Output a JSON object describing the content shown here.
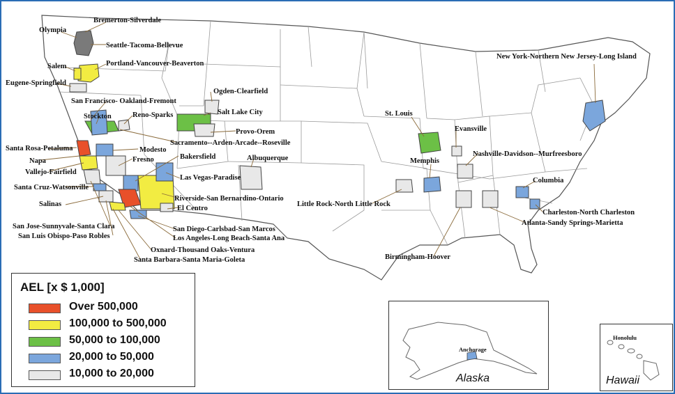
{
  "legend": {
    "title": "AEL [x $ 1,000]",
    "classes": [
      {
        "label": "Over 500,000",
        "color": "#e8502a"
      },
      {
        "label": "100,000 to 500,000",
        "color": "#f2ec42"
      },
      {
        "label": "50,000 to 100,000",
        "color": "#6cc046"
      },
      {
        "label": "20,000 to 50,000",
        "color": "#7ba6dc"
      },
      {
        "label": "10,000 to 20,000",
        "color": "#e8e8e8"
      }
    ]
  },
  "insets": {
    "alaska": {
      "name": "Alaska",
      "city": "Anchorage"
    },
    "hawaii": {
      "name": "Hawaii",
      "city": "Honolulu"
    }
  },
  "metro_labels": {
    "olympia": "Olympia",
    "bremerton": "Bremerton-Silverdale",
    "seattle": "Seattle-Tacoma-Bellevue",
    "salem": "Salem",
    "portland": "Portland-Vancouver-Beaverton",
    "eugene": "Eugene-Springfield",
    "sanfrancisco": "San Francisco- Oakland-Fremont",
    "stockton": "Stockton",
    "reno": "Reno-Sparks",
    "ogden": "Ogden-Clearfield",
    "saltlake": "Salt Lake City",
    "provo": "Provo-Orem",
    "sacramento": "Sacramento--Arden-Arcade--Roseville",
    "santarosa": "Santa Rosa-Petaluma",
    "modesto": "Modesto",
    "bakersfield": "Bakersfield",
    "napa": "Napa",
    "fresno": "Fresno",
    "vallejo": "Vallejo-Fairfield",
    "albuquerque": "Albuquerque",
    "lasvegas": "Las Vegas-Paradise",
    "santacruz": "Santa Cruz-Watsonville",
    "salinas": "Salinas",
    "riverside": "Riverside-San Bernardino-Ontario",
    "elcentro": "El Centro",
    "sanjose": "San Jose-Sunnyvale-Santa Clara",
    "sanluis": "San Luis Obispo-Paso Robles",
    "sandiego": "San Diego-Carlsbad-San Marcos",
    "losangeles": "Los Angeles-Long Beach-Santa Ana",
    "oxnard": "Oxnard-Thousand Oaks-Ventura",
    "santabarbara": "Santa Barbara-Santa Maria-Goleta",
    "littlerock": "Little Rock-North Little Rock",
    "stlouis": "St. Louis",
    "memphis": "Memphis",
    "evansville": "Evansville",
    "nashville": "Nashville-Davidson--Murfreesboro",
    "birmingham": "Birmingham-Hoover",
    "atlanta": "Atlanta-Sandy Springs-Marietta",
    "columbia": "Columbia",
    "charleston": "Charleston-North Charleston",
    "newyork": "New York-Northern New Jersey-Long Island"
  }
}
